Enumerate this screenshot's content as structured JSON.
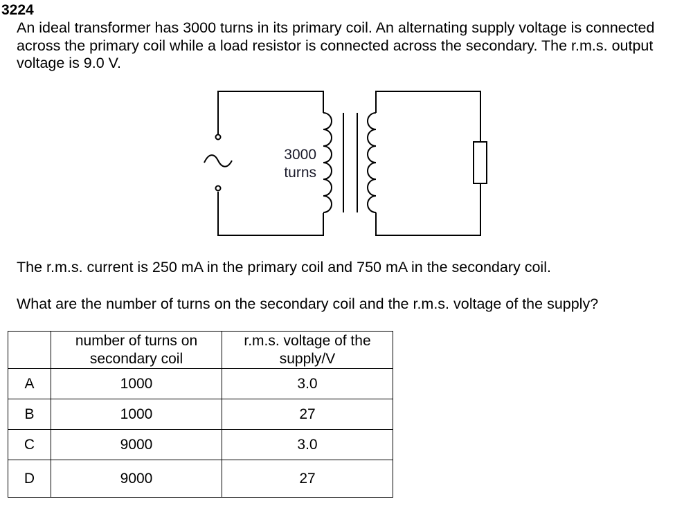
{
  "question": {
    "number": "3224",
    "stem_lines": [
      "An ideal transformer has 3000 turns in its primary coil. An alternating supply voltage is connected",
      "across the primary coil while a load resistor is connected across the secondary. The r.m.s. output",
      "voltage is 9.0 V."
    ],
    "diagram": {
      "primary_label_line1": "3000",
      "primary_label_line2": "turns",
      "components": [
        "ac-supply-symbol",
        "primary-coil",
        "iron-core",
        "secondary-coil",
        "load-resistor"
      ]
    },
    "info": "The r.m.s. current is 250 mA in the primary coil and 750 mA in the secondary coil.",
    "prompt": "What are the number of turns on the secondary coil and the r.m.s. voltage of the supply?",
    "table": {
      "headers": [
        "",
        "number of turns on secondary coil",
        "r.m.s. voltage of the supply/V"
      ],
      "header_lines": {
        "col1": [
          "number of turns on",
          "secondary coil"
        ],
        "col2": [
          "r.m.s. voltage of the",
          "supply/V"
        ]
      },
      "rows": [
        {
          "letter": "A",
          "turns": "1000",
          "voltage": "3.0"
        },
        {
          "letter": "B",
          "turns": "1000",
          "voltage": "27"
        },
        {
          "letter": "C",
          "turns": "9000",
          "voltage": "3.0"
        },
        {
          "letter": "D",
          "turns": "9000",
          "voltage": "27"
        }
      ]
    }
  }
}
